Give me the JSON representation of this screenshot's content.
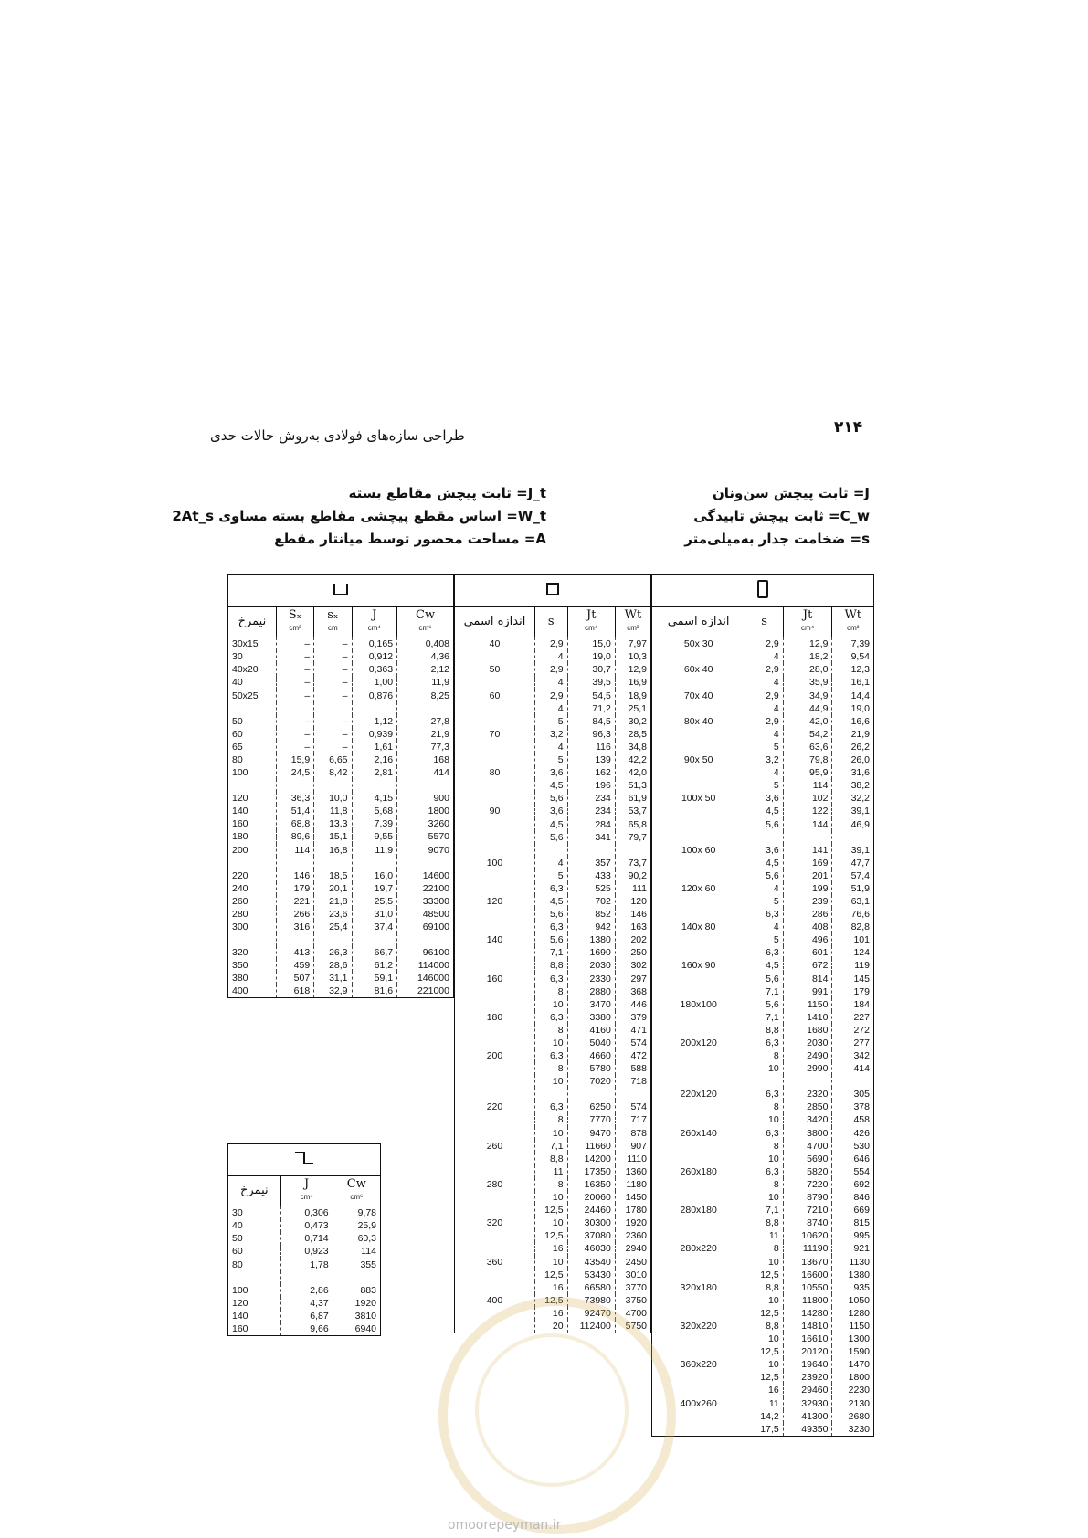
{
  "page": {
    "number": "۲۱۴",
    "running_head": "طراحی سازه‌های فولادی به‌روش حالات حدی",
    "footer_url": "omoorepeyman.ir"
  },
  "legend_left": [
    "J_t= ثابت پیچش مقاطع بسته",
    "W_t= اساس مقطع پیچشی مقاطع بسته مساوی 2At_s",
    "A= مساحت محصور توسط میانتار مقطع"
  ],
  "legend_right": [
    "J= ثابت پیچش سن‌ونان",
    "C_w= ثابت پیچش تابیدگی",
    "s= ضخامت جدار به‌میلی‌متر"
  ],
  "table_u": {
    "icon": "channel-section-icon",
    "headers": [
      {
        "sym": "نیمرخ",
        "unit": ""
      },
      {
        "sym": "Sₓ",
        "unit": "cm³"
      },
      {
        "sym": "sₓ",
        "unit": "cm"
      },
      {
        "sym": "J",
        "unit": "cm⁴"
      },
      {
        "sym": "Cw",
        "unit": "cm⁶"
      }
    ],
    "rows": [
      [
        "30x15",
        "–",
        "–",
        "0,165",
        "0,408"
      ],
      [
        "30",
        "–",
        "–",
        "0,912",
        "4,36"
      ],
      [
        "40x20",
        "–",
        "–",
        "0,363",
        "2,12"
      ],
      [
        "40",
        "–",
        "–",
        "1,00",
        "11,9"
      ],
      [
        "50x25",
        "–",
        "–",
        "0,876",
        "8,25"
      ],
      [
        "",
        "",
        "",
        "",
        ""
      ],
      [
        "50",
        "–",
        "–",
        "1,12",
        "27,8"
      ],
      [
        "60",
        "–",
        "–",
        "0,939",
        "21,9"
      ],
      [
        "65",
        "–",
        "–",
        "1,61",
        "77,3"
      ],
      [
        "80",
        "15,9",
        "6,65",
        "2,16",
        "168"
      ],
      [
        "100",
        "24,5",
        "8,42",
        "2,81",
        "414"
      ],
      [
        "",
        "",
        "",
        "",
        ""
      ],
      [
        "120",
        "36,3",
        "10,0",
        "4,15",
        "900"
      ],
      [
        "140",
        "51,4",
        "11,8",
        "5,68",
        "1800"
      ],
      [
        "160",
        "68,8",
        "13,3",
        "7,39",
        "3260"
      ],
      [
        "180",
        "89,6",
        "15,1",
        "9,55",
        "5570"
      ],
      [
        "200",
        "114",
        "16,8",
        "11,9",
        "9070"
      ],
      [
        "",
        "",
        "",
        "",
        ""
      ],
      [
        "220",
        "146",
        "18,5",
        "16,0",
        "14600"
      ],
      [
        "240",
        "179",
        "20,1",
        "19,7",
        "22100"
      ],
      [
        "260",
        "221",
        "21,8",
        "25,5",
        "33300"
      ],
      [
        "280",
        "266",
        "23,6",
        "31,0",
        "48500"
      ],
      [
        "300",
        "316",
        "25,4",
        "37,4",
        "69100"
      ],
      [
        "",
        "",
        "",
        "",
        ""
      ],
      [
        "320",
        "413",
        "26,3",
        "66,7",
        "96100"
      ],
      [
        "350",
        "459",
        "28,6",
        "61,2",
        "114000"
      ],
      [
        "380",
        "507",
        "31,1",
        "59,1",
        "146000"
      ],
      [
        "400",
        "618",
        "32,9",
        "81,6",
        "221000"
      ]
    ]
  },
  "table_z": {
    "icon": "z-section-icon",
    "headers": [
      {
        "sym": "نیمرخ",
        "unit": ""
      },
      {
        "sym": "J",
        "unit": "cm⁴"
      },
      {
        "sym": "Cw",
        "unit": "cm⁶"
      }
    ],
    "rows": [
      [
        "30",
        "0,306",
        "9,78"
      ],
      [
        "40",
        "0,473",
        "25,9"
      ],
      [
        "50",
        "0,714",
        "60,3"
      ],
      [
        "60",
        "0,923",
        "114"
      ],
      [
        "80",
        "1,78",
        "355"
      ],
      [
        "",
        "",
        ""
      ],
      [
        "100",
        "2,86",
        "883"
      ],
      [
        "120",
        "4,37",
        "1920"
      ],
      [
        "140",
        "6,87",
        "3810"
      ],
      [
        "160",
        "9,66",
        "6940"
      ]
    ]
  },
  "table_sq": {
    "icon": "square-hollow-section-icon",
    "headers": [
      {
        "sym": "اندازه اسمی",
        "unit": ""
      },
      {
        "sym": "s",
        "unit": ""
      },
      {
        "sym": "Jt",
        "unit": "cm⁴"
      },
      {
        "sym": "Wt",
        "unit": "cm³"
      }
    ],
    "rows": [
      [
        "40",
        "2,9",
        "15,0",
        "7,97"
      ],
      [
        "",
        "4",
        "19,0",
        "10,3"
      ],
      [
        "50",
        "2,9",
        "30,7",
        "12,9"
      ],
      [
        "",
        "4",
        "39,5",
        "16,9"
      ],
      [
        "60",
        "2,9",
        "54,5",
        "18,9"
      ],
      [
        "",
        "4",
        "71,2",
        "25,1"
      ],
      [
        "",
        "5",
        "84,5",
        "30,2"
      ],
      [
        "70",
        "3,2",
        "96,3",
        "28,5"
      ],
      [
        "",
        "4",
        "116",
        "34,8"
      ],
      [
        "",
        "5",
        "139",
        "42,2"
      ],
      [
        "80",
        "3,6",
        "162",
        "42,0"
      ],
      [
        "",
        "4,5",
        "196",
        "51,3"
      ],
      [
        "",
        "5,6",
        "234",
        "61,9"
      ],
      [
        "90",
        "3,6",
        "234",
        "53,7"
      ],
      [
        "",
        "4,5",
        "284",
        "65,8"
      ],
      [
        "",
        "5,6",
        "341",
        "79,7"
      ],
      [
        "",
        "",
        "",
        ""
      ],
      [
        "100",
        "4",
        "357",
        "73,7"
      ],
      [
        "",
        "5",
        "433",
        "90,2"
      ],
      [
        "",
        "6,3",
        "525",
        "111"
      ],
      [
        "120",
        "4,5",
        "702",
        "120"
      ],
      [
        "",
        "5,6",
        "852",
        "146"
      ],
      [
        "",
        "6,3",
        "942",
        "163"
      ],
      [
        "140",
        "5,6",
        "1380",
        "202"
      ],
      [
        "",
        "7,1",
        "1690",
        "250"
      ],
      [
        "",
        "8,8",
        "2030",
        "302"
      ],
      [
        "160",
        "6,3",
        "2330",
        "297"
      ],
      [
        "",
        "8",
        "2880",
        "368"
      ],
      [
        "",
        "10",
        "3470",
        "446"
      ],
      [
        "180",
        "6,3",
        "3380",
        "379"
      ],
      [
        "",
        "8",
        "4160",
        "471"
      ],
      [
        "",
        "10",
        "5040",
        "574"
      ],
      [
        "200",
        "6,3",
        "4660",
        "472"
      ],
      [
        "",
        "8",
        "5780",
        "588"
      ],
      [
        "",
        "10",
        "7020",
        "718"
      ],
      [
        "",
        "",
        "",
        ""
      ],
      [
        "220",
        "6,3",
        "6250",
        "574"
      ],
      [
        "",
        "8",
        "7770",
        "717"
      ],
      [
        "",
        "10",
        "9470",
        "878"
      ],
      [
        "260",
        "7,1",
        "11660",
        "907"
      ],
      [
        "",
        "8,8",
        "14200",
        "1110"
      ],
      [
        "",
        "11",
        "17350",
        "1360"
      ],
      [
        "280",
        "8",
        "16350",
        "1180"
      ],
      [
        "",
        "10",
        "20060",
        "1450"
      ],
      [
        "",
        "12,5",
        "24460",
        "1780"
      ],
      [
        "320",
        "10",
        "30300",
        "1920"
      ],
      [
        "",
        "12,5",
        "37080",
        "2360"
      ],
      [
        "",
        "16",
        "46030",
        "2940"
      ],
      [
        "360",
        "10",
        "43540",
        "2450"
      ],
      [
        "",
        "12,5",
        "53430",
        "3010"
      ],
      [
        "",
        "16",
        "66580",
        "3770"
      ],
      [
        "400",
        "12,5",
        "73980",
        "3750"
      ],
      [
        "",
        "16",
        "92470",
        "4700"
      ],
      [
        "",
        "20",
        "112400",
        "5750"
      ]
    ]
  },
  "table_rect": {
    "icon": "rectangular-hollow-section-icon",
    "headers": [
      {
        "sym": "اندازه اسمی",
        "unit": ""
      },
      {
        "sym": "s",
        "unit": ""
      },
      {
        "sym": "Jt",
        "unit": "cm⁴"
      },
      {
        "sym": "Wt",
        "unit": "cm³"
      }
    ],
    "rows": [
      [
        "50x 30",
        "2,9",
        "12,9",
        "7,39"
      ],
      [
        "",
        "4",
        "18,2",
        "9,54"
      ],
      [
        "60x 40",
        "2,9",
        "28,0",
        "12,3"
      ],
      [
        "",
        "4",
        "35,9",
        "16,1"
      ],
      [
        "70x 40",
        "2,9",
        "34,9",
        "14,4"
      ],
      [
        "",
        "4",
        "44,9",
        "19,0"
      ],
      [
        "80x 40",
        "2,9",
        "42,0",
        "16,6"
      ],
      [
        "",
        "4",
        "54,2",
        "21,9"
      ],
      [
        "",
        "5",
        "63,6",
        "26,2"
      ],
      [
        "90x 50",
        "3,2",
        "79,8",
        "26,0"
      ],
      [
        "",
        "4",
        "95,9",
        "31,6"
      ],
      [
        "",
        "5",
        "114",
        "38,2"
      ],
      [
        "100x 50",
        "3,6",
        "102",
        "32,2"
      ],
      [
        "",
        "4,5",
        "122",
        "39,1"
      ],
      [
        "",
        "5,6",
        "144",
        "46,9"
      ],
      [
        "",
        "",
        "",
        ""
      ],
      [
        "100x 60",
        "3,6",
        "141",
        "39,1"
      ],
      [
        "",
        "4,5",
        "169",
        "47,7"
      ],
      [
        "",
        "5,6",
        "201",
        "57,4"
      ],
      [
        "120x 60",
        "4",
        "199",
        "51,9"
      ],
      [
        "",
        "5",
        "239",
        "63,1"
      ],
      [
        "",
        "6,3",
        "286",
        "76,6"
      ],
      [
        "140x 80",
        "4",
        "408",
        "82,8"
      ],
      [
        "",
        "5",
        "496",
        "101"
      ],
      [
        "",
        "6,3",
        "601",
        "124"
      ],
      [
        "160x 90",
        "4,5",
        "672",
        "119"
      ],
      [
        "",
        "5,6",
        "814",
        "145"
      ],
      [
        "",
        "7,1",
        "991",
        "179"
      ],
      [
        "180x100",
        "5,6",
        "1150",
        "184"
      ],
      [
        "",
        "7,1",
        "1410",
        "227"
      ],
      [
        "",
        "8,8",
        "1680",
        "272"
      ],
      [
        "200x120",
        "6,3",
        "2030",
        "277"
      ],
      [
        "",
        "8",
        "2490",
        "342"
      ],
      [
        "",
        "10",
        "2990",
        "414"
      ],
      [
        "",
        "",
        "",
        ""
      ],
      [
        "220x120",
        "6,3",
        "2320",
        "305"
      ],
      [
        "",
        "8",
        "2850",
        "378"
      ],
      [
        "",
        "10",
        "3420",
        "458"
      ],
      [
        "260x140",
        "6,3",
        "3800",
        "426"
      ],
      [
        "",
        "8",
        "4700",
        "530"
      ],
      [
        "",
        "10",
        "5690",
        "646"
      ],
      [
        "260x180",
        "6,3",
        "5820",
        "554"
      ],
      [
        "",
        "8",
        "7220",
        "692"
      ],
      [
        "",
        "10",
        "8790",
        "846"
      ],
      [
        "280x180",
        "7,1",
        "7210",
        "669"
      ],
      [
        "",
        "8,8",
        "8740",
        "815"
      ],
      [
        "",
        "11",
        "10620",
        "995"
      ],
      [
        "280x220",
        "8",
        "11190",
        "921"
      ],
      [
        "",
        "10",
        "13670",
        "1130"
      ],
      [
        "",
        "12,5",
        "16600",
        "1380"
      ],
      [
        "320x180",
        "8,8",
        "10550",
        "935"
      ],
      [
        "",
        "10",
        "11800",
        "1050"
      ],
      [
        "",
        "12,5",
        "14280",
        "1280"
      ],
      [
        "320x220",
        "8,8",
        "14810",
        "1150"
      ],
      [
        "",
        "10",
        "16610",
        "1300"
      ],
      [
        "",
        "12,5",
        "20120",
        "1590"
      ],
      [
        "360x220",
        "10",
        "19640",
        "1470"
      ],
      [
        "",
        "12,5",
        "23920",
        "1800"
      ],
      [
        "",
        "16",
        "29460",
        "2230"
      ],
      [
        "400x260",
        "11",
        "32930",
        "2130"
      ],
      [
        "",
        "14,2",
        "41300",
        "2680"
      ],
      [
        "",
        "17,5",
        "49350",
        "3230"
      ]
    ]
  }
}
